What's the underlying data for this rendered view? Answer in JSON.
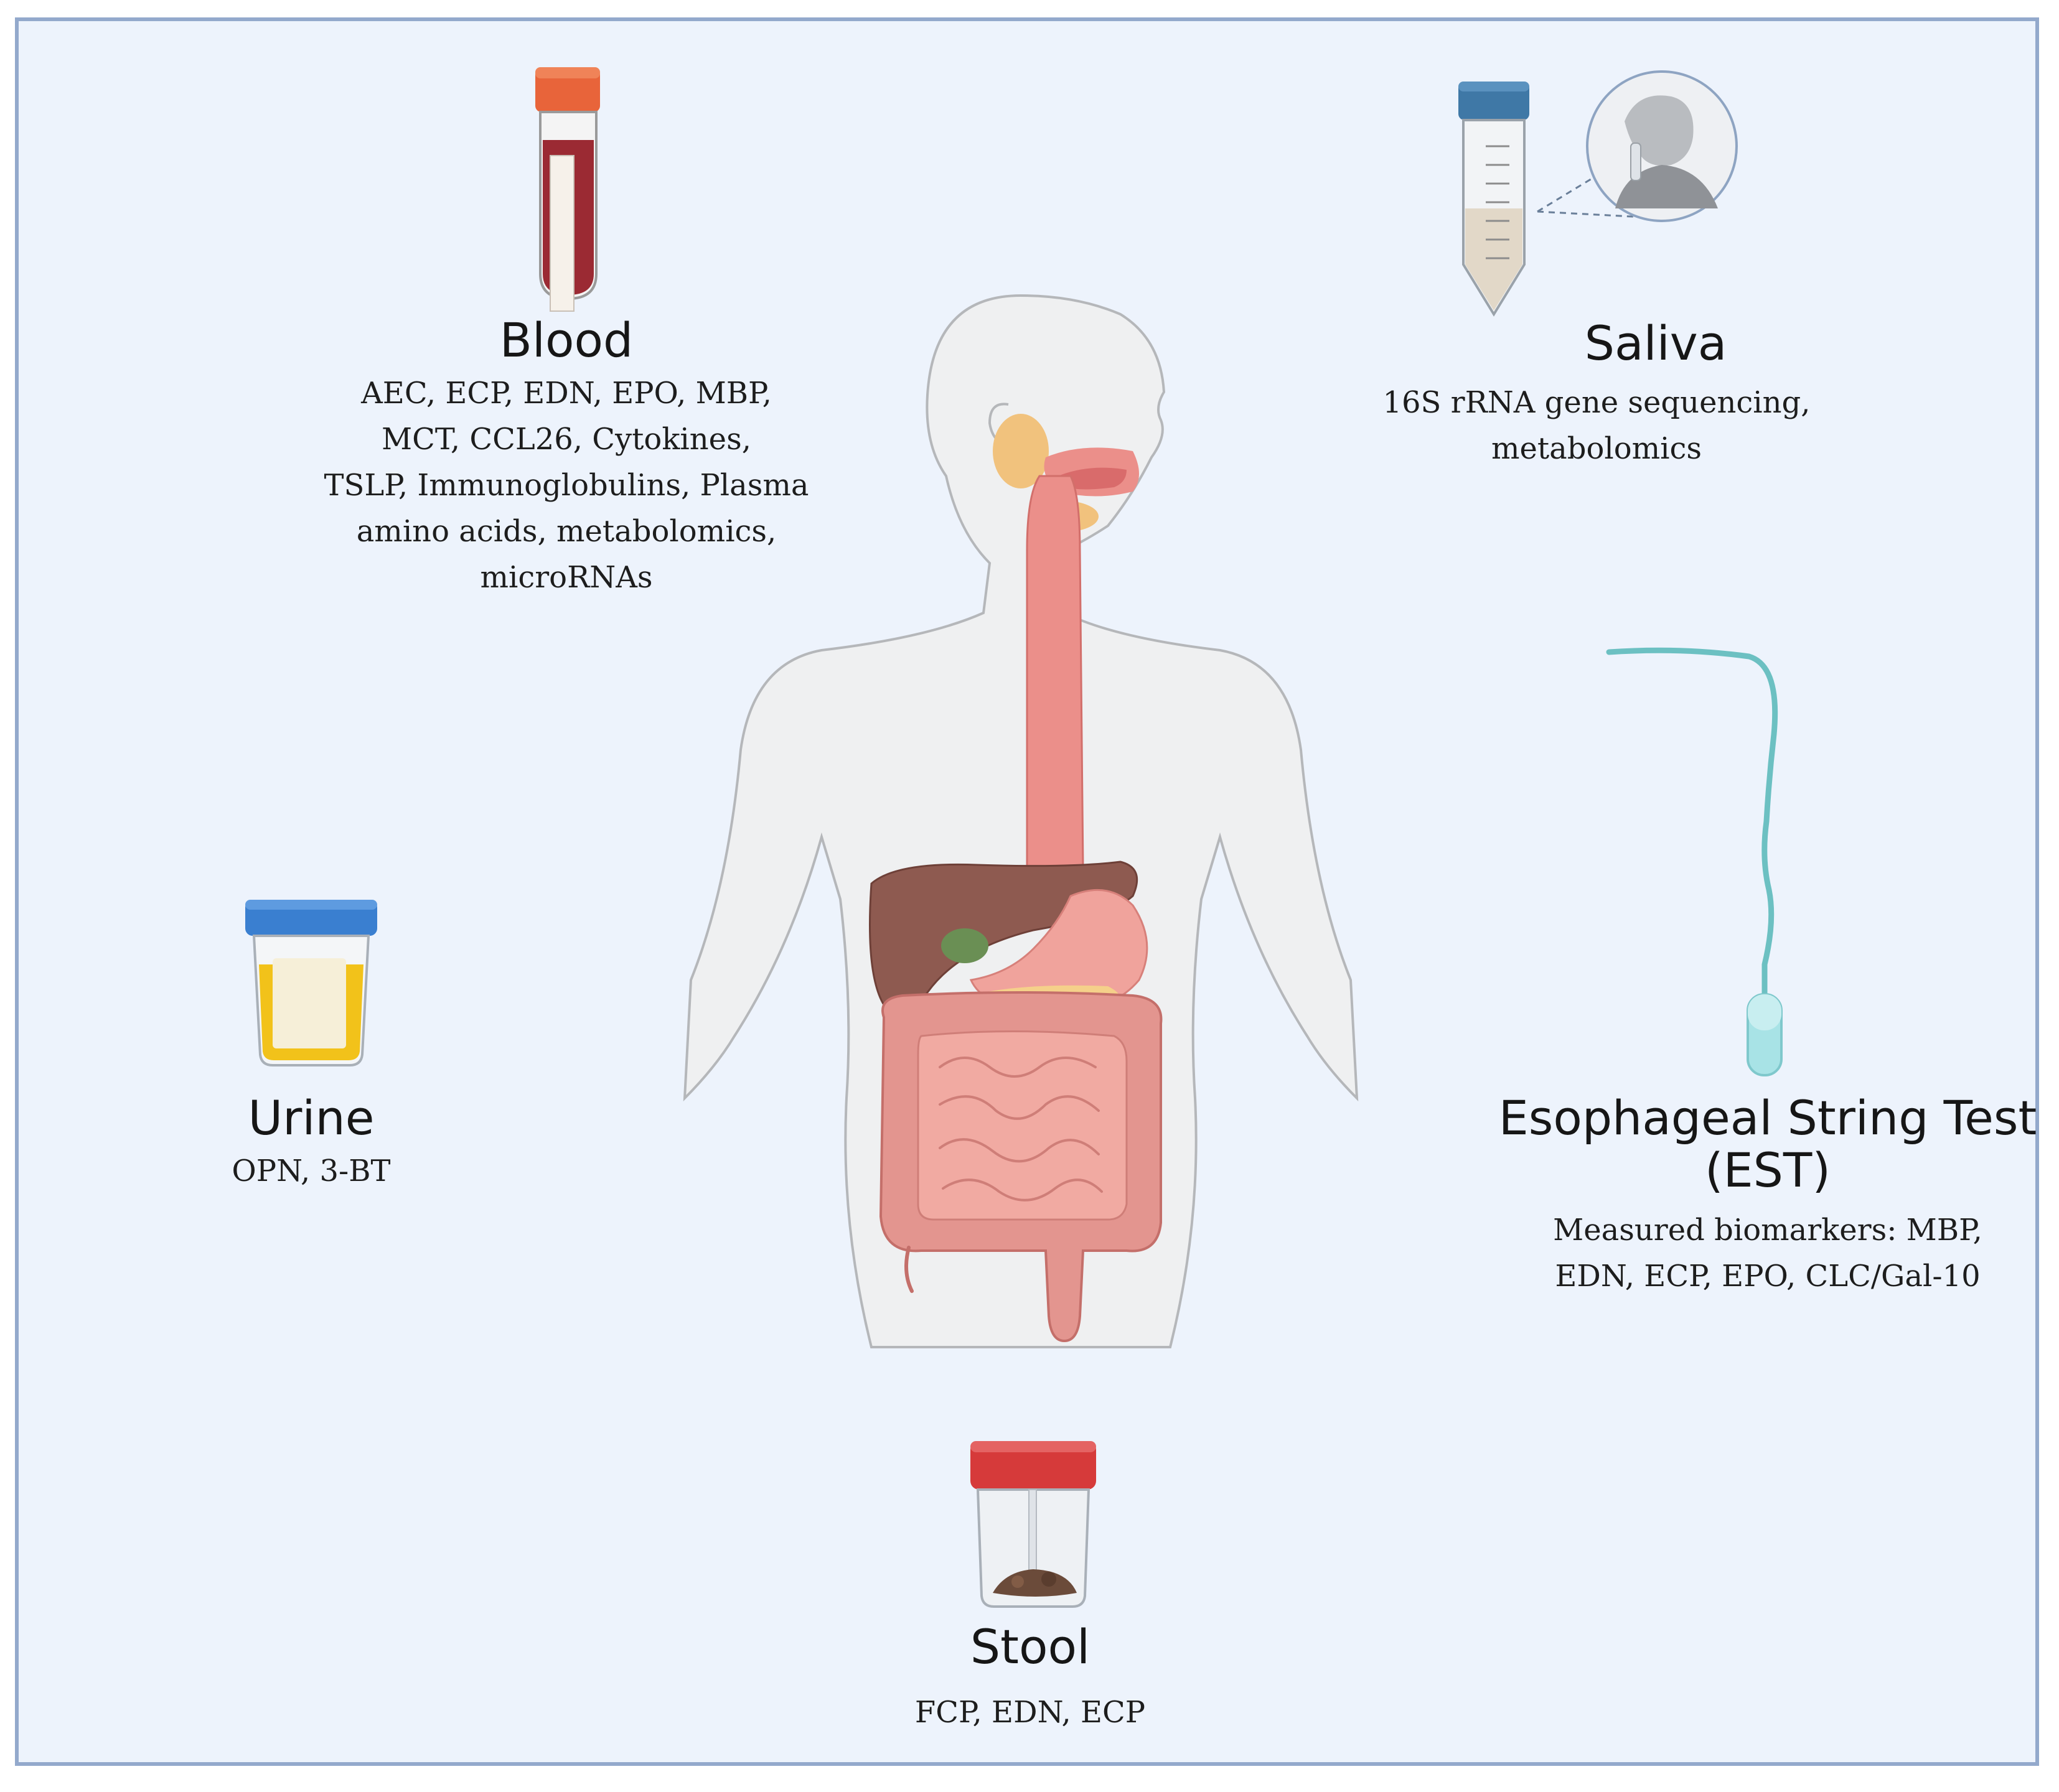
{
  "specimens": {
    "blood": {
      "title": "Blood",
      "lines": [
        "AEC, ECP, EDN, EPO, MBP,",
        "MCT, CCL26, Cytokines,",
        "TSLP, Immunoglobulins, Plasma",
        "amino acids, metabolomics,",
        "microRNAs"
      ]
    },
    "saliva": {
      "title": "Saliva",
      "lines": [
        "16S rRNA gene sequencing,",
        "metabolomics"
      ]
    },
    "urine": {
      "title": "Urine",
      "lines": [
        "OPN, 3-BT"
      ]
    },
    "est": {
      "title_lines": [
        "Esophageal String Test",
        "(EST)"
      ],
      "lines": [
        "Measured biomarkers: MBP,",
        "EDN, ECP, EPO, CLC/Gal-10"
      ]
    },
    "stool": {
      "title": "Stool",
      "lines": [
        "FCP, EDN, ECP"
      ]
    }
  },
  "icons": [
    "blood-tube-icon",
    "saliva-tube-icon",
    "saliva-donor-icon",
    "urine-cup-icon",
    "esophageal-string-icon",
    "stool-cup-icon",
    "human-digestive-system-icon"
  ],
  "colors": {
    "panel_background": "#edf3fc",
    "panel_border": "#93a9cc",
    "blood": "#9b2a33",
    "blood_cap": "#e8643a",
    "saliva_cap": "#3f78a6",
    "urine": "#f2c21a",
    "urine_cap": "#3a7fd0",
    "stool_cap": "#d63a3a",
    "string": "#6cc0c2",
    "esophagus": "#eb8f8a",
    "liver": "#8e5a50",
    "intestine": "#e3958f"
  }
}
